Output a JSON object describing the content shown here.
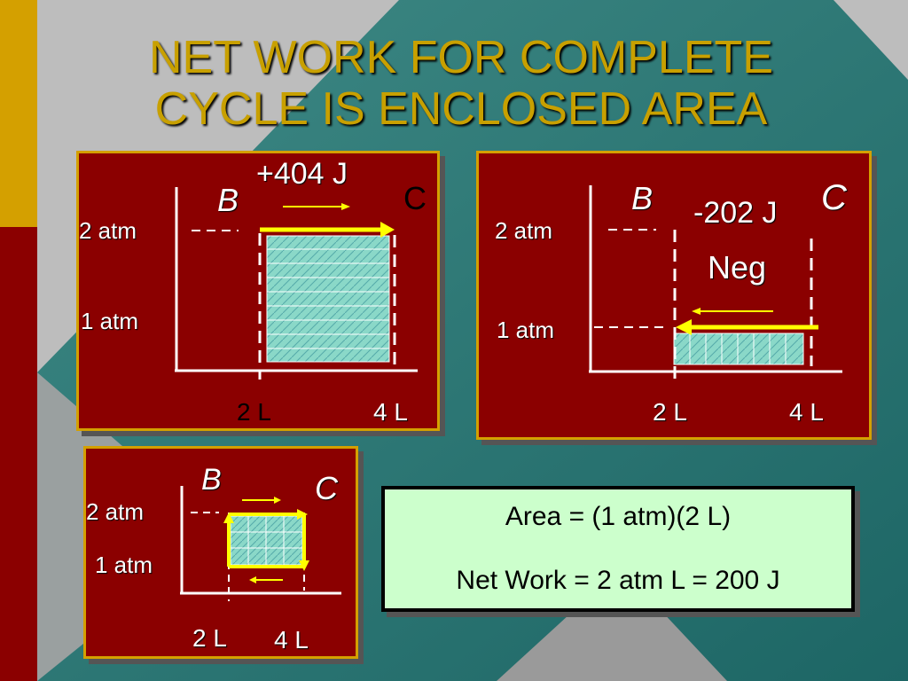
{
  "title": {
    "line1": "NET WORK FOR COMPLETE",
    "line2": "CYCLE IS ENCLOSED AREA"
  },
  "colors": {
    "title": "#c8a000",
    "panel": "#8b0000",
    "panel_border": "#d4a000",
    "teal": "#2e7a78",
    "sidebar": "#8b0000",
    "sidebar_top": "#d4a000",
    "hatch": "#8ad8c8",
    "arrow": "#ffff00",
    "box": "#ccffcc"
  },
  "panel1": {
    "work": "+404 J",
    "label_b": "B",
    "label_c": "C",
    "p_high": "2 atm",
    "p_low": "1 atm",
    "v_low": "2 L",
    "v_high": "4 L"
  },
  "panel2": {
    "label_b": "B",
    "label_c": "C",
    "work": "-202 J",
    "sign": "Neg",
    "p_high": "2 atm",
    "p_low": "1 atm",
    "v_low": "2 L",
    "v_high": "4 L"
  },
  "panel3": {
    "label_b": "B",
    "label_c": "C",
    "p_high": "2 atm",
    "p_low": "1 atm",
    "v_low": "2 L",
    "v_high": "4 L"
  },
  "summary": {
    "area": "Area = (1 atm)(2 L)",
    "net_work": "Net Work = 2 atm L = 200 J"
  }
}
